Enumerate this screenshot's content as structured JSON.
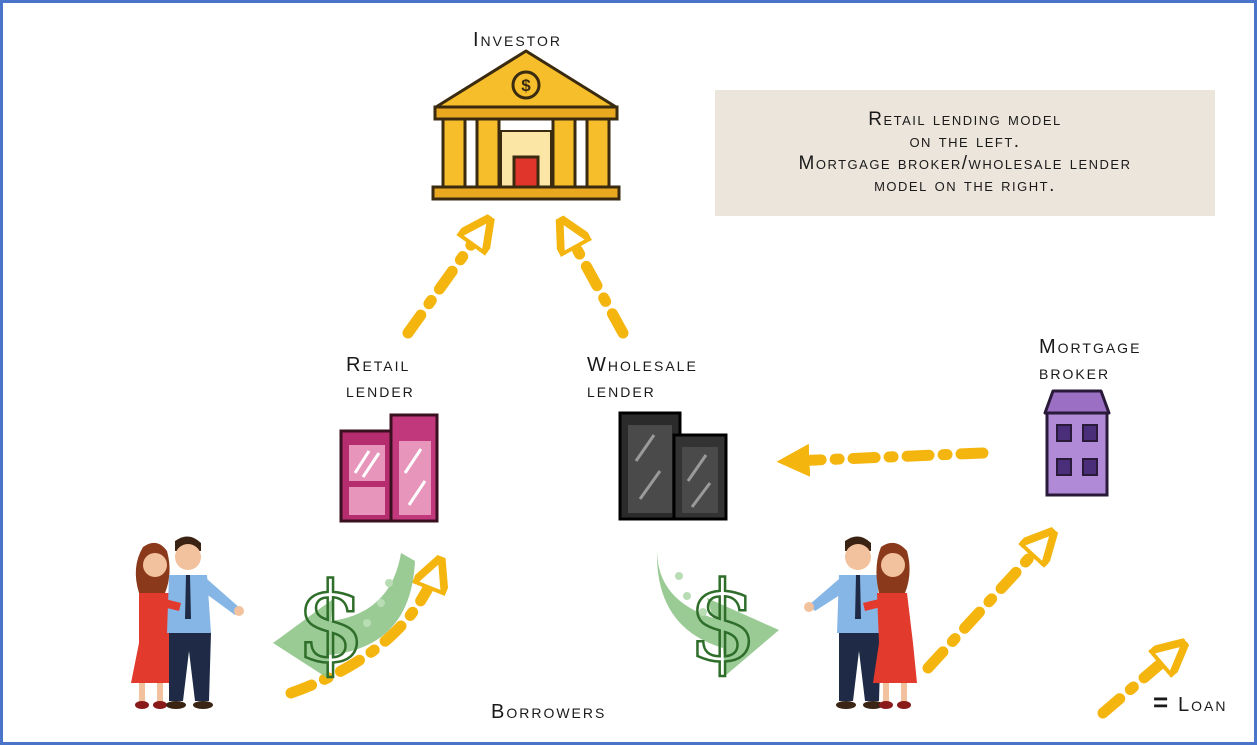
{
  "labels": {
    "investor": "Investor",
    "retail_lender_line1": "Retail",
    "retail_lender_line2": "lender",
    "wholesale_lender_line1": "Wholesale",
    "wholesale_lender_line2": "lender",
    "mortgage_broker_line1": "Mortgage",
    "mortgage_broker_line2": "broker",
    "borrowers": "Borrowers",
    "legend_equals": "=",
    "legend_loan": "Loan"
  },
  "info_box": {
    "line1": "Retail lending model",
    "line2": "on the left.",
    "line3": "Mortgage broker/wholesale lender",
    "line4": "model on the right."
  },
  "colors": {
    "border": "#4a74c9",
    "arrow": "#f5b50f",
    "money": "#8fc58a",
    "bank": "#f5be2a",
    "retail": "#c2387d",
    "wholesale": "#2b2b2b",
    "broker": "#9b6fc3",
    "info_bg": "#ece5dc"
  }
}
